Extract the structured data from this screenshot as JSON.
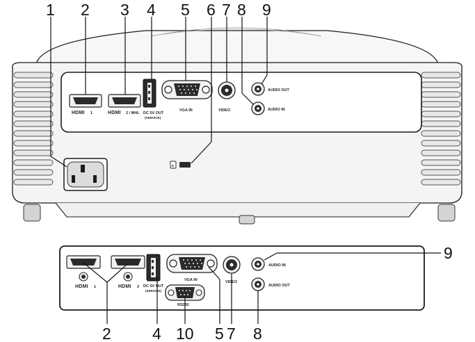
{
  "callouts_top": [
    "1",
    "2",
    "3",
    "4",
    "5",
    "6",
    "7",
    "8",
    "9"
  ],
  "callouts_bottom": [
    "2",
    "4",
    "10",
    "5",
    "7",
    "8",
    "9"
  ],
  "top_panel": {
    "hdmi1_logo": "HDMI",
    "hdmi1_suffix": "1",
    "hdmi2_logo": "HDMI",
    "hdmi2_suffix": "2 / MHL",
    "dc_line1": "DC 5V OUT",
    "dc_line2": "(SERVICE)",
    "vga": "VGA IN",
    "video": "VIDEO",
    "audio_out": "AUDIO OUT",
    "audio_in": "AUDIO IN",
    "lock_symbol": "K"
  },
  "bottom_panel": {
    "hdmi1_logo": "HDMI",
    "hdmi1_suffix": "1",
    "hdmi2_logo": "HDMI",
    "hdmi2_suffix": "2",
    "dc_line1": "DC 5V OUT",
    "dc_line2": "(SERVICE)",
    "vga": "VGA IN",
    "rs232": "RS232",
    "video": "VIDEO",
    "audio_in": "AUDIO IN",
    "audio_out": "AUDIO OUT"
  },
  "colors": {
    "body": "#f4f4f4",
    "panel": "#ffffff",
    "outline": "#1a1a1a",
    "port": "#2b2b2b"
  }
}
